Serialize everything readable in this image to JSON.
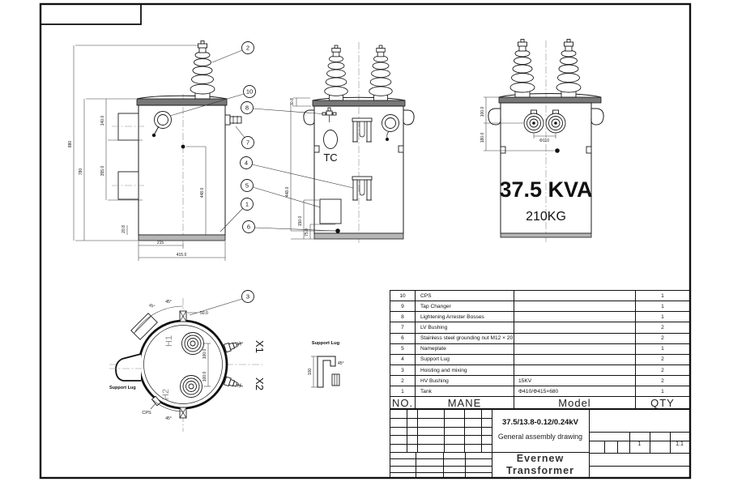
{
  "labels": {
    "tc": "TC",
    "kva": "37.5 KVA",
    "weight": "210KG",
    "h1": "H1",
    "h2": "H2",
    "x1": "X1",
    "x2": "X2",
    "support_lug": "Support Lug",
    "support_lug_detail": "Support Lug",
    "cps": "CPS"
  },
  "balloons": {
    "b1": "1",
    "b2": "2",
    "b3": "3",
    "b4": "4",
    "b5": "5",
    "b6": "6",
    "b7": "7",
    "b8": "8",
    "b10": "10"
  },
  "dims": {
    "side": {
      "overall": "880",
      "total": "780",
      "upper": "140.0",
      "middle": "355.0",
      "skirt": "20.8",
      "half_width": "215",
      "width": "415.0",
      "inner": "448.0"
    },
    "front": {
      "cover": "30.8",
      "body": "448.0",
      "nameplate": "150.0",
      "ground": "75.0"
    },
    "back": {
      "upper": "100.0",
      "lower": "180.0",
      "lv_pitch": "Φ110"
    },
    "top": {
      "stud": "50.0",
      "upper": "100.0",
      "lower": "100.0",
      "angle1": "45°",
      "angle2": "45°",
      "angle3": "45°"
    },
    "detail": {
      "height": "100",
      "angle": "45°"
    }
  },
  "bom": {
    "headers": {
      "no": "NO.",
      "name": "MANE",
      "model": "Model",
      "qty": "QTY"
    },
    "rows": [
      {
        "no": "10",
        "name": "CPS",
        "model": "",
        "qty": "1"
      },
      {
        "no": "9",
        "name": "Tap Changer",
        "model": "",
        "qty": "1"
      },
      {
        "no": "8",
        "name": "Lightening Arrester Bosses",
        "model": "",
        "qty": "1"
      },
      {
        "no": "7",
        "name": "LV Bushing",
        "model": "",
        "qty": "2"
      },
      {
        "no": "6",
        "name": "Stainless steel grounding nut M12 × 20",
        "model": "",
        "qty": "2"
      },
      {
        "no": "5",
        "name": "Nameplate",
        "model": "",
        "qty": "1"
      },
      {
        "no": "4",
        "name": "Support Lug",
        "model": "",
        "qty": "2"
      },
      {
        "no": "3",
        "name": "Hoisting and mixing",
        "model": "",
        "qty": "2"
      },
      {
        "no": "2",
        "name": "HV Bushing",
        "model": "15KV",
        "qty": "2"
      },
      {
        "no": "1",
        "name": "Tank",
        "model": "Φ410/Φ415×680",
        "qty": "1"
      }
    ]
  },
  "title_block": {
    "spec": "37.5/13.8-0.12/0.24kV",
    "doc_type": "General assembly drawing",
    "company_line1": "Evernew",
    "company_line2": "Transformer",
    "sheet_no": "1",
    "scale": "1:1"
  }
}
